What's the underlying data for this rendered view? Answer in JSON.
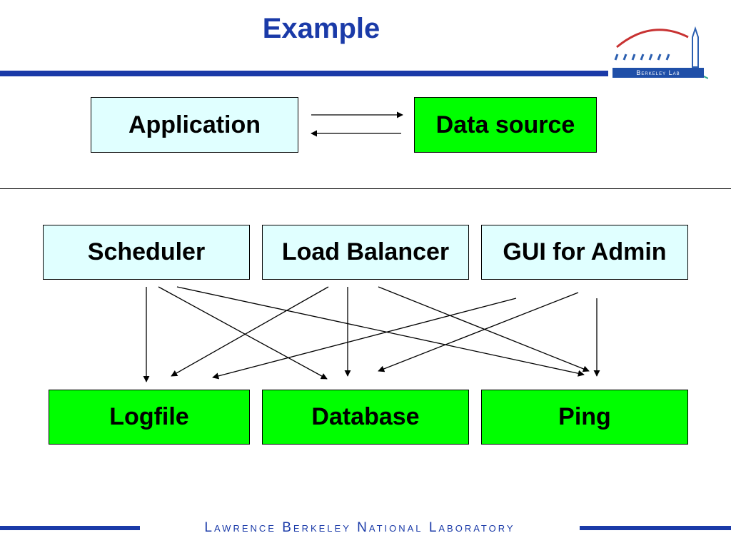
{
  "title": "Example",
  "logo": {
    "text": "Berkeley Lab"
  },
  "top": {
    "application": "Application",
    "data_source": "Data source"
  },
  "services": [
    "Scheduler",
    "Load Balancer",
    "GUI for Admin"
  ],
  "resources": [
    "Logfile",
    "Database",
    "Ping"
  ],
  "connections": [
    {
      "from": "Scheduler",
      "to": "Logfile"
    },
    {
      "from": "Scheduler",
      "to": "Database"
    },
    {
      "from": "Scheduler",
      "to": "Ping"
    },
    {
      "from": "Load Balancer",
      "to": "Logfile"
    },
    {
      "from": "Load Balancer",
      "to": "Database"
    },
    {
      "from": "Load Balancer",
      "to": "Ping"
    },
    {
      "from": "GUI for Admin",
      "to": "Logfile"
    },
    {
      "from": "GUI for Admin",
      "to": "Database"
    },
    {
      "from": "GUI for Admin",
      "to": "Ping"
    }
  ],
  "footer": "Lawrence Berkeley National Laboratory",
  "colors": {
    "brand_blue": "#1a3aa8",
    "box_cyan": "#e0ffff",
    "box_green": "#00ff00"
  }
}
